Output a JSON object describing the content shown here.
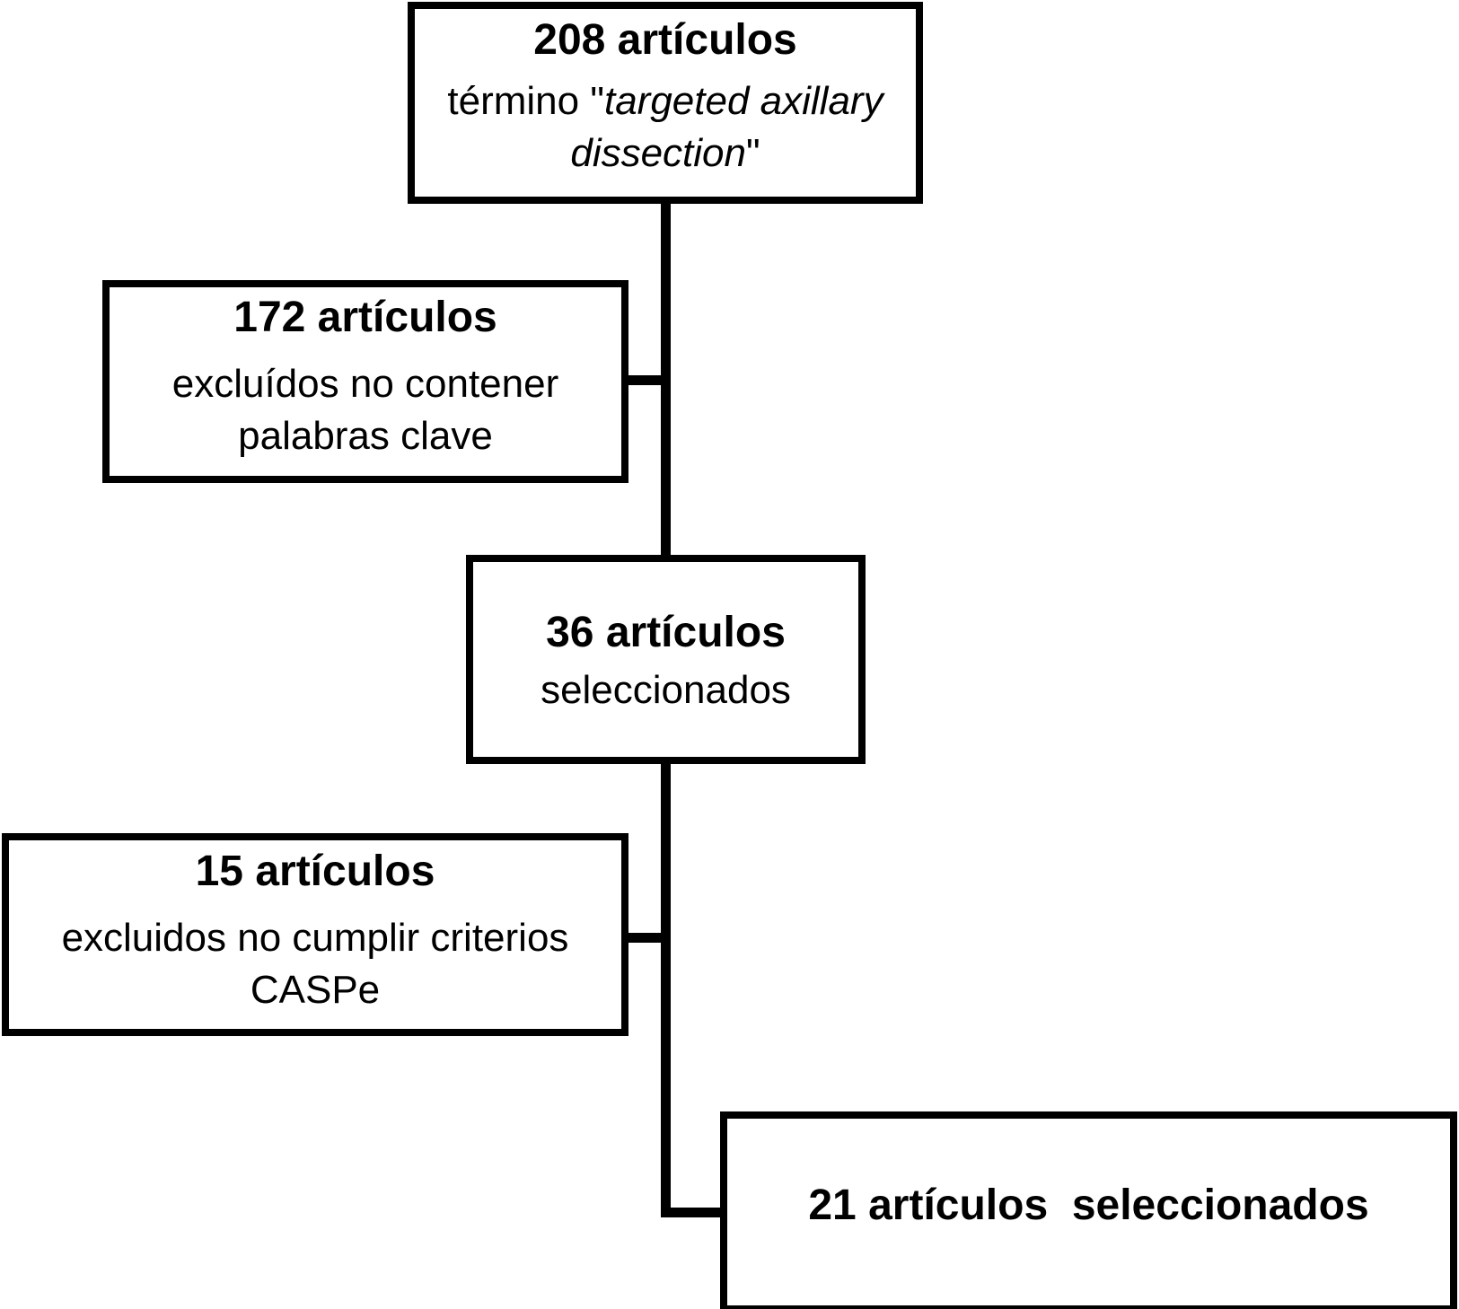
{
  "flowchart": {
    "box1": {
      "title": "208 artículos",
      "desc_prefix": "término \"",
      "desc_italic_1": "targeted axillary",
      "desc_italic_2": "dissection",
      "desc_suffix": "\""
    },
    "box2": {
      "title": "172 artículos",
      "desc_line1": "excluídos no contener",
      "desc_line2": "palabras clave"
    },
    "box3": {
      "title": "36 artículos",
      "desc": "seleccionados"
    },
    "box4": {
      "title": "15 artículos",
      "desc_line1": "excluidos no cumplir criterios",
      "desc_line2": "CASPe"
    },
    "box5": {
      "title": "21 artículos  seleccionados"
    }
  },
  "colors": {
    "stroke": "#000000",
    "background": "#ffffff"
  }
}
